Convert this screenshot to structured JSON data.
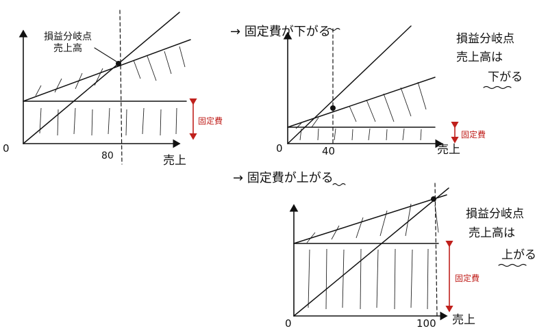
{
  "panel1": {
    "bep_label_line1": "損益分岐点",
    "bep_label_line2": "売上高",
    "origin": "0",
    "tick_value": "80",
    "x_label": "売上",
    "fixed_cost_label": "固定費"
  },
  "panel2": {
    "heading": "→ 固定費が下がる",
    "origin": "0",
    "tick_value": "40",
    "x_label": "売上",
    "fixed_cost_label": "固定費",
    "note_line1": "損益分岐点",
    "note_line2": "売上高は",
    "note_line3": "下がる"
  },
  "panel3": {
    "heading": "→ 固定費が上がる",
    "origin": "0",
    "tick_value": "100",
    "x_label": "売上",
    "fixed_cost_label": "固定費",
    "note_line1": "損益分岐点",
    "note_line2": "売上高は",
    "note_line3": "上がる"
  },
  "colors": {
    "ink": "#111111",
    "annotation_red": "#c0201c"
  }
}
